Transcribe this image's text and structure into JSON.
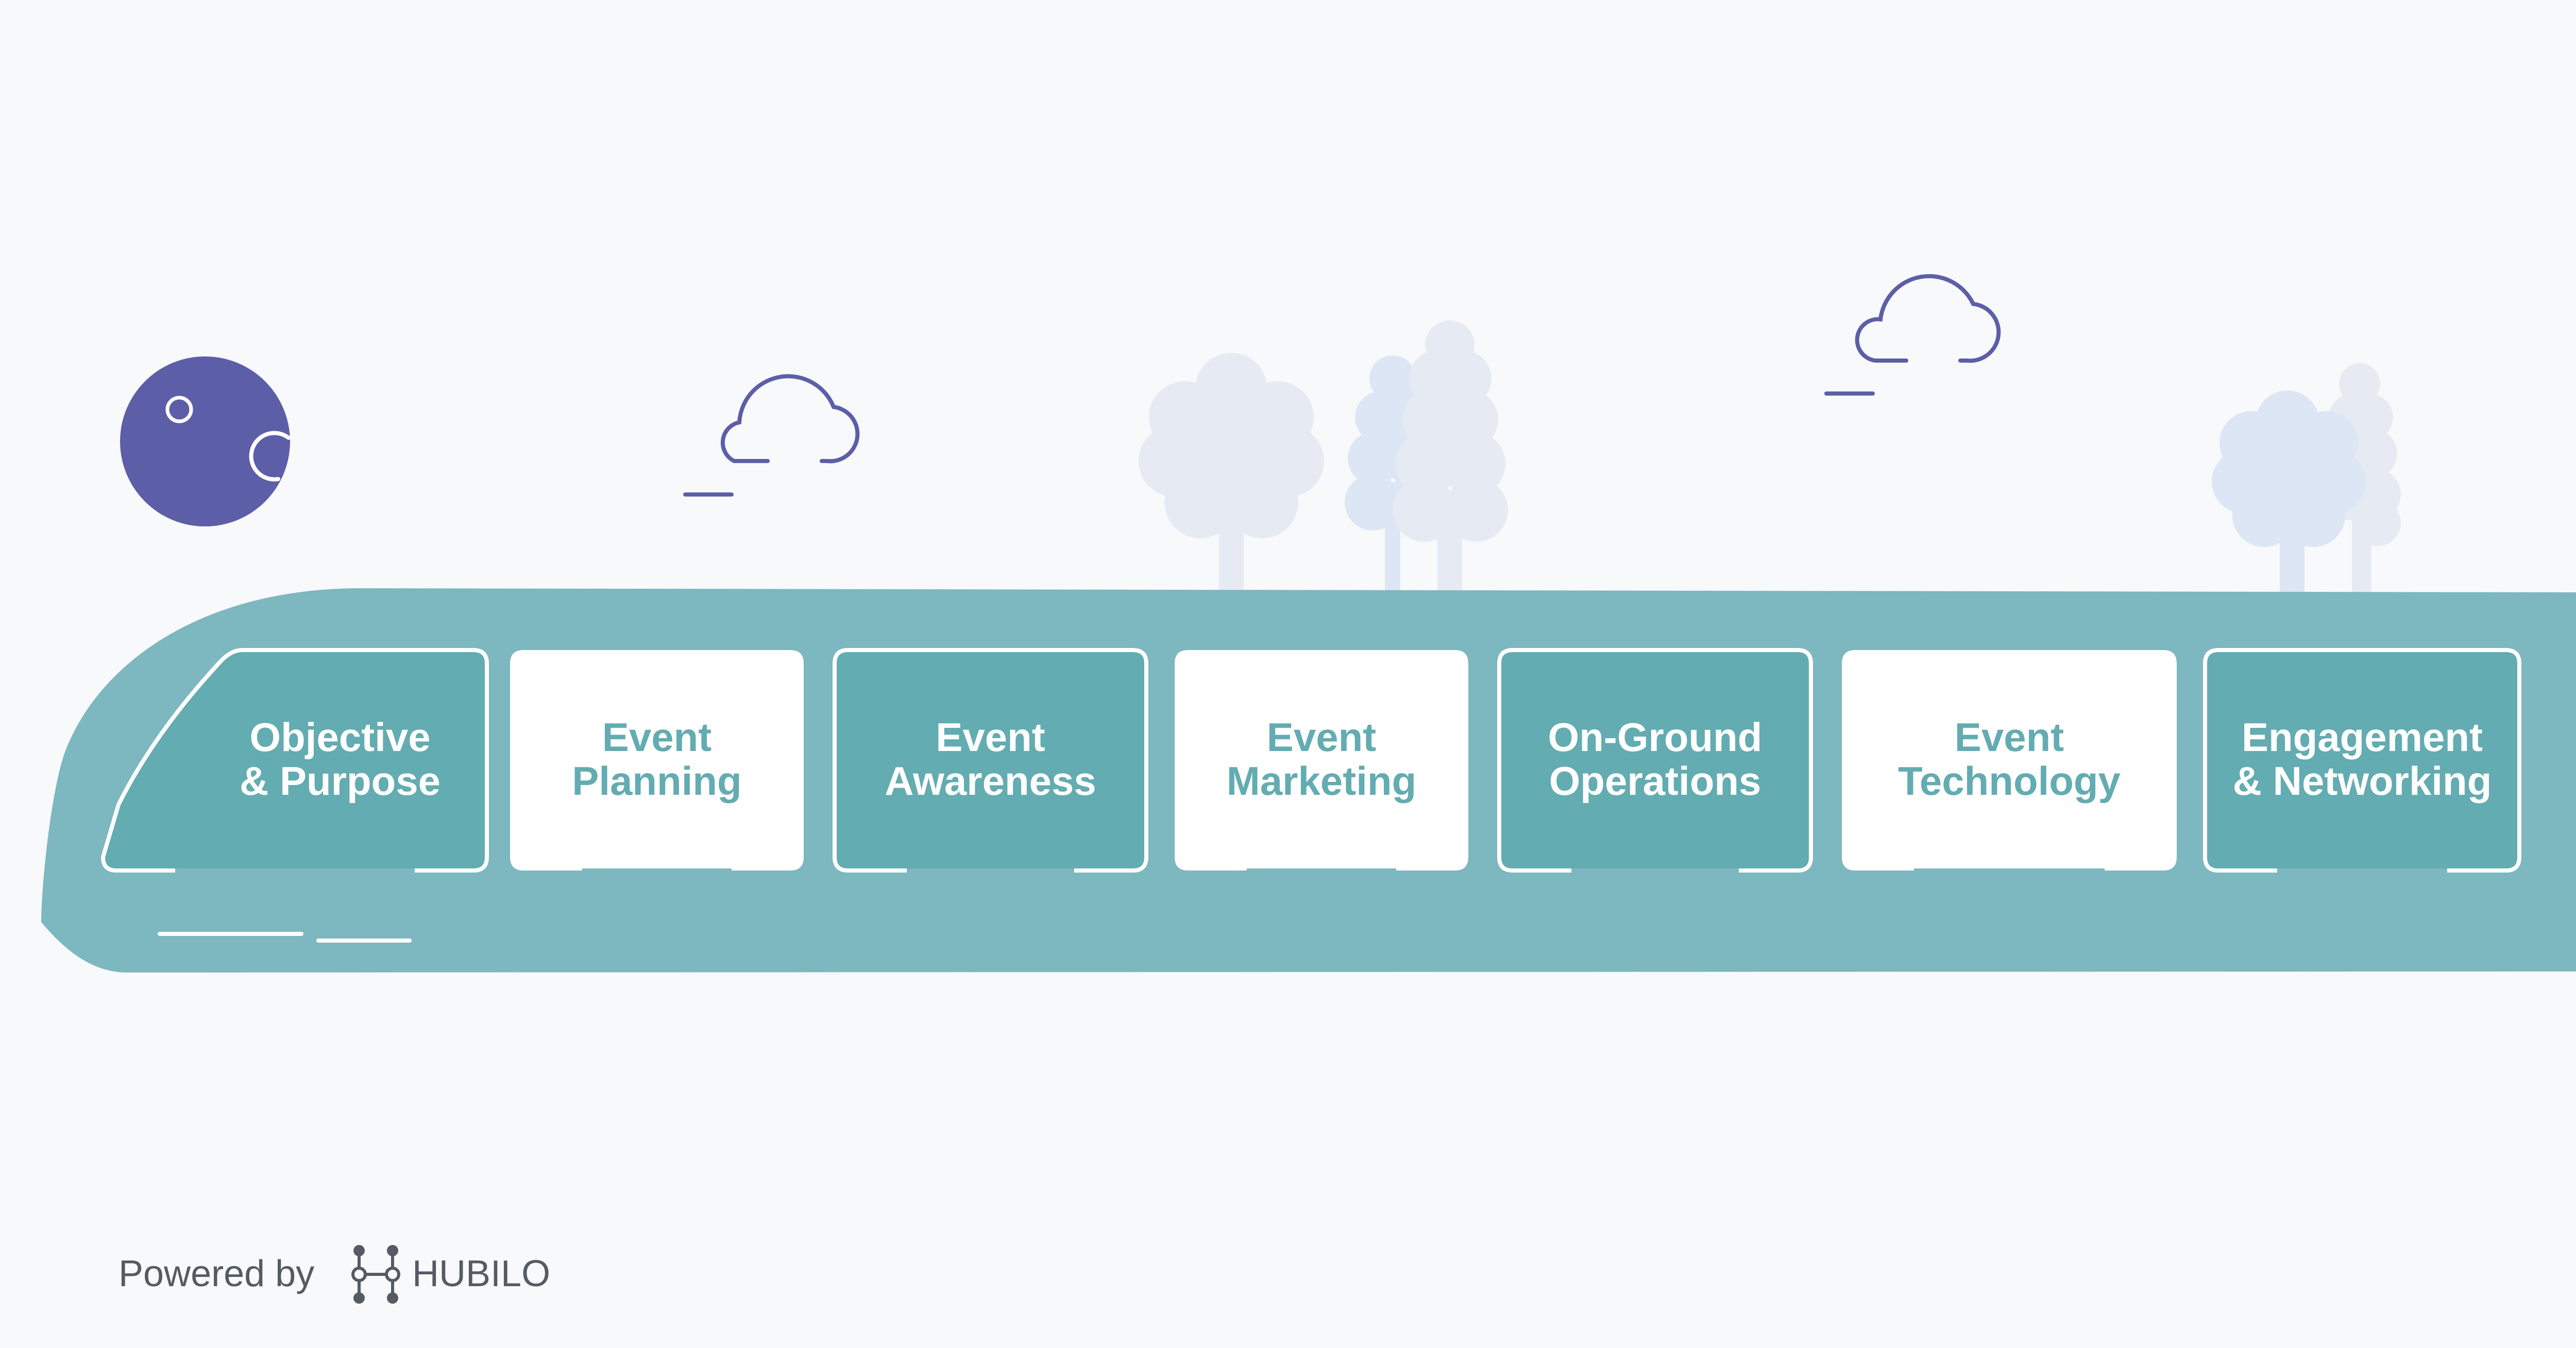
{
  "colors": {
    "background": "#f8f9fb",
    "train_body": "#7db7bf",
    "car_teal": "#63acb1",
    "car_white": "#ffffff",
    "text_on_teal": "#ffffff",
    "text_on_white": "#63acb1",
    "moon": "#5c5ea8",
    "cloud_stroke": "#5c5ea8",
    "tree_light": "#e6ebf3",
    "tree_blue": "#dde6f4"
  },
  "diagram": {
    "type": "process-train",
    "cars": [
      {
        "lines": [
          "Objective",
          "& Purpose"
        ],
        "style": "teal"
      },
      {
        "lines": [
          "Event",
          "Planning"
        ],
        "style": "white"
      },
      {
        "lines": [
          "Event",
          "Awareness"
        ],
        "style": "teal"
      },
      {
        "lines": [
          "Event",
          "Marketing"
        ],
        "style": "white"
      },
      {
        "lines": [
          "On-Ground",
          "Operations"
        ],
        "style": "teal"
      },
      {
        "lines": [
          "Event",
          "Technology"
        ],
        "style": "white"
      },
      {
        "lines": [
          "Engagement",
          "& Networking"
        ],
        "style": "teal"
      }
    ]
  },
  "scenery": {
    "icons": [
      "moon-icon",
      "cloud-icon",
      "tree-icon"
    ]
  },
  "footer": {
    "powered_by": "Powered by",
    "brand": "HUBILO",
    "logo_icon": "hubilo-logo-icon"
  }
}
